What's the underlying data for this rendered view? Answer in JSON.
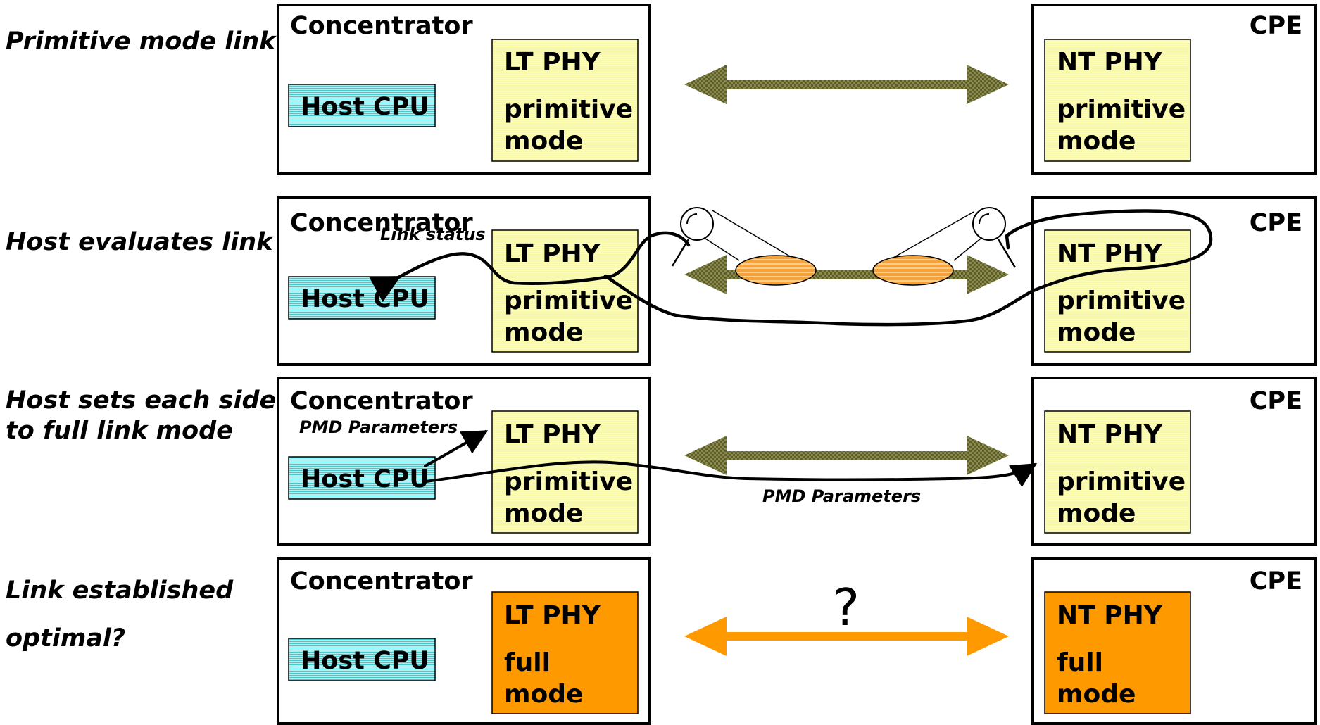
{
  "colors": {
    "host_cpu_fill": "#44c9cc",
    "phy_primitive_fill": "#ffffaa",
    "phy_full_fill": "#ff9900",
    "link_arrow_olive": "#8a8a4a",
    "link_arrow_orange": "#ff9900",
    "pmd_ellipse_fill": "#f5a23c"
  },
  "rows": [
    {
      "label_lines": [
        "Primitive mode link"
      ],
      "concentrator_title": "Concentrator",
      "host_cpu_label": "Host CPU",
      "lt_phy": {
        "title": "LT PHY",
        "mode_lines": [
          "primitive",
          "mode"
        ]
      },
      "cpe_title": "CPE",
      "nt_phy": {
        "title": "NT PHY",
        "mode_lines": [
          "primitive",
          "mode"
        ]
      }
    },
    {
      "label_lines": [
        "Host evaluates link"
      ],
      "concentrator_title": "Concentrator",
      "host_cpu_label": "Host CPU",
      "lt_phy": {
        "title": "LT PHY",
        "mode_lines": [
          "primitive",
          "mode"
        ]
      },
      "cpe_title": "CPE",
      "nt_phy": {
        "title": "NT PHY",
        "mode_lines": [
          "primitive",
          "mode"
        ]
      },
      "annotation": "Link status"
    },
    {
      "label_lines": [
        "Host sets each side",
        "to full link mode"
      ],
      "concentrator_title": "Concentrator",
      "host_cpu_label": "Host CPU",
      "lt_phy": {
        "title": "LT PHY",
        "mode_lines": [
          "primitive",
          "mode"
        ]
      },
      "cpe_title": "CPE",
      "nt_phy": {
        "title": "NT PHY",
        "mode_lines": [
          "primitive",
          "mode"
        ]
      },
      "annotation_left": "PMD Parameters",
      "annotation_mid": "PMD Parameters"
    },
    {
      "label_lines": [
        "Link established",
        "optimal?"
      ],
      "concentrator_title": "Concentrator",
      "host_cpu_label": "Host CPU",
      "lt_phy": {
        "title": "LT PHY",
        "mode_lines": [
          "full",
          "mode"
        ]
      },
      "cpe_title": "CPE",
      "nt_phy": {
        "title": "NT PHY",
        "mode_lines": [
          "full",
          "mode"
        ]
      },
      "link_question": "?"
    }
  ]
}
